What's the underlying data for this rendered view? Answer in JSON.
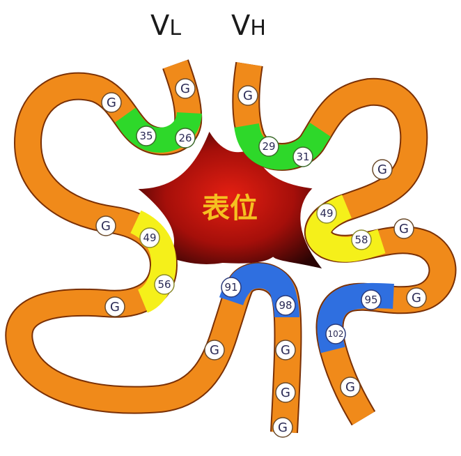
{
  "title_labels": {
    "vl": {
      "main": "V",
      "sub": "L"
    },
    "vh": {
      "main": "V",
      "sub": "H"
    }
  },
  "center": {
    "label": "表位"
  },
  "colors": {
    "framework": "#f08a1a",
    "framework_dark": "#e0700c",
    "cdr1": "#2ed82a",
    "cdr2": "#f5f01a",
    "cdr3": "#2f6fe0",
    "outline": "#8a3c06",
    "star_center": "#d41a10",
    "star_edge": "#3a0505",
    "center_text": "#f5c020",
    "marker_fill": "#ffffff",
    "marker_text": "#2a2a55"
  },
  "regions": {
    "cdr1": {
      "color_name": "green"
    },
    "cdr2": {
      "color_name": "yellow"
    },
    "cdr3": {
      "color_name": "blue"
    }
  },
  "markers": {
    "vl": {
      "g1": "G",
      "g2": "G",
      "n35": "35",
      "n26": "26",
      "g3": "G",
      "n49": "49",
      "n56": "56",
      "g4": "G",
      "g5": "G",
      "n91": "91",
      "n98": "98",
      "g6": "G",
      "g7": "G",
      "g8": "G"
    },
    "vh": {
      "g1": "G",
      "n29": "29",
      "n31": "31",
      "g2": "G",
      "n49": "49",
      "n58": "58",
      "g3": "G",
      "g4": "G",
      "n95": "95",
      "n102": "102",
      "g5": "G"
    }
  }
}
